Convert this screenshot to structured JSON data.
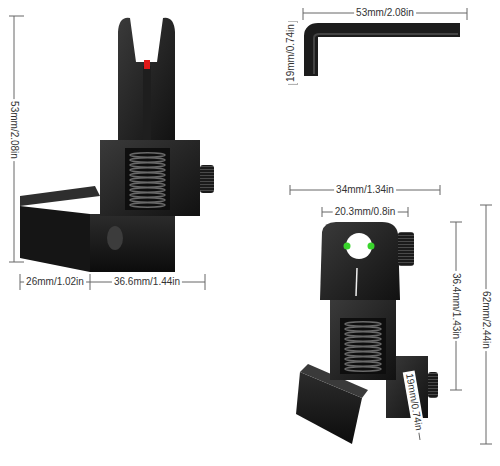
{
  "diagram": {
    "labels": [
      "53mm/2.08in",
      "19mm/0.74in",
      "53mm/2.08in",
      "26mm/1.02in",
      "36.6mm/1.44in",
      "34mm/1.34in",
      "20.3mm/0.8in",
      "36.4mm/1.43in",
      "62mm/2.44in",
      "19mm/0.74in"
    ]
  }
}
